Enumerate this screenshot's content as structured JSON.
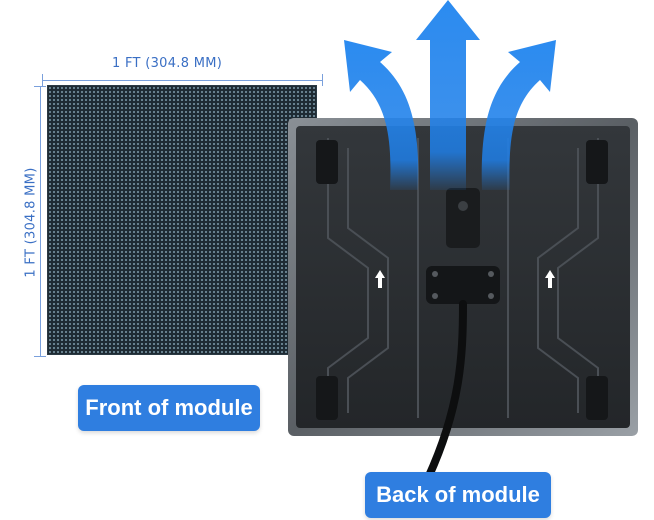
{
  "dimensions": {
    "width_label": "1 FT (304.8 MM)",
    "height_label": "1 FT (304.8 MM)"
  },
  "labels": {
    "front": "Front of module",
    "back": "Back of module"
  },
  "colors": {
    "accent": "#2f7ee0",
    "dimension": "#3a6fc4",
    "arrow": "#1f7fe8",
    "panel_dark": "#1e2a33",
    "back_panel": "#2a2d31"
  },
  "icons": [
    "airflow-arrow-icon",
    "power-cable-icon",
    "connector-icon",
    "handle-icon"
  ]
}
